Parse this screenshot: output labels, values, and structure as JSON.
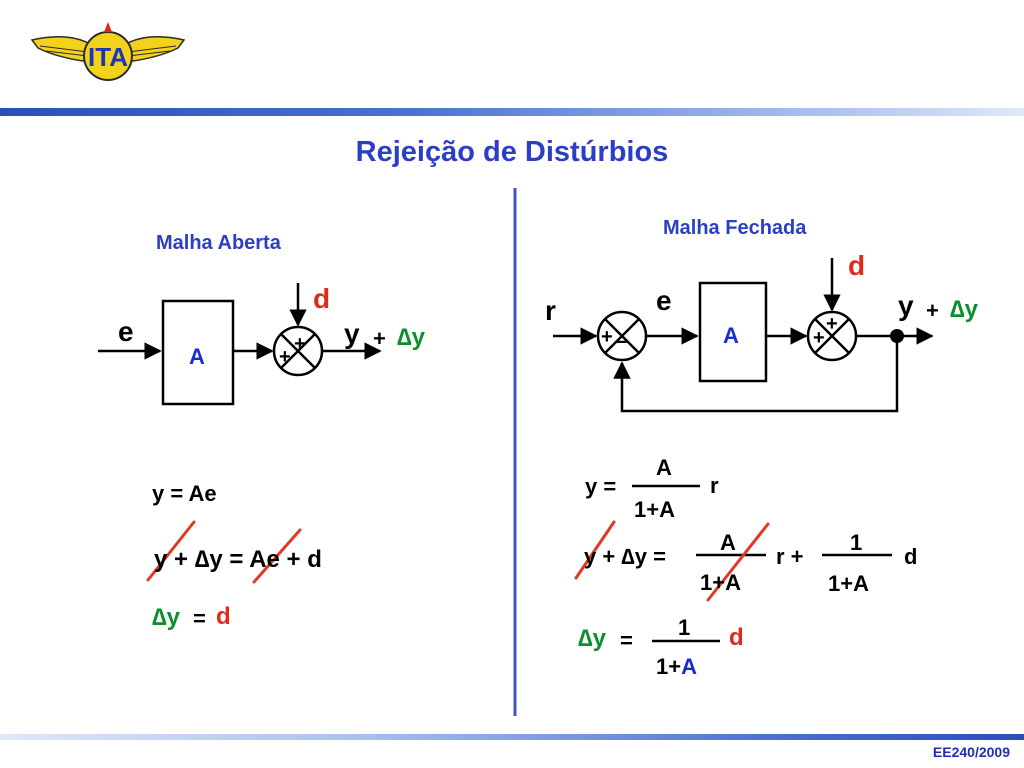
{
  "slide": {
    "title": "Rejeição de Distúrbios",
    "footer": "EE240/2009"
  },
  "logo": {
    "text": "ITA"
  },
  "colors": {
    "title_blue": "#2b3fc4",
    "signal_green": "#0e8f2c",
    "disturbance_red": "#e02a1a",
    "block_blue": "#1a2bd6",
    "divider": "#3f55b8",
    "strike": "#e03a22"
  },
  "open_loop": {
    "heading": "Malha Aberta",
    "input": "e",
    "block": "A",
    "disturbance": "d",
    "sum_signs": [
      "+",
      "+"
    ],
    "output": "y",
    "output_plus": "+",
    "delta": "∆y",
    "eq1": "y = Ae",
    "eq2": "y + ∆y = Ae + d",
    "eq3_lhs": "∆y",
    "eq3_eq": "=",
    "eq3_rhs": "d"
  },
  "closed_loop": {
    "heading": "Malha Fechada",
    "reference": "r",
    "error": "e",
    "block": "A",
    "disturbance": "d",
    "sum1_signs": [
      "+",
      "–"
    ],
    "sum2_signs": [
      "+",
      "+"
    ],
    "output": "y",
    "output_plus": "+",
    "delta": "∆y",
    "eq1_lhs": "y =",
    "eq1_num": "A",
    "eq1_den": "1+A",
    "eq1_r": "r",
    "eq2_lhs": "y + ∆y =",
    "eq2_num1": "A",
    "eq2_den1": "1+A",
    "eq2_mid": "r +",
    "eq2_num2": "1",
    "eq2_den2": "1+A",
    "eq2_d": "d",
    "eq3_lhs": "∆y",
    "eq3_eq": "=",
    "eq3_num": "1",
    "eq3_den_prefix": "1+",
    "eq3_den_A": "A",
    "eq3_d": "d"
  }
}
